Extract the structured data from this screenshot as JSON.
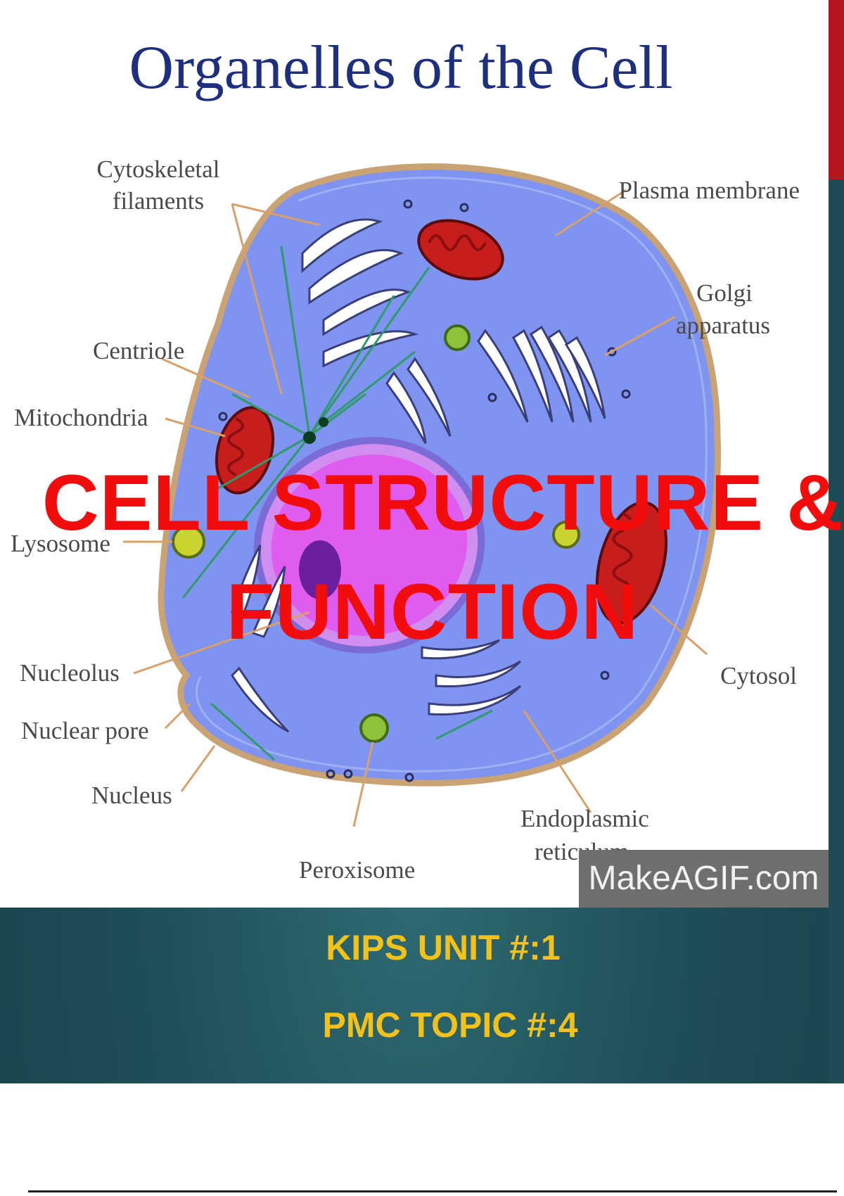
{
  "diagram": {
    "title": "Organelles of the Cell",
    "labels": {
      "cytoskeletal_1": "Cytoskeletal",
      "cytoskeletal_2": "filaments",
      "plasma_membrane": "Plasma membrane",
      "golgi_1": "Golgi",
      "golgi_2": "apparatus",
      "centriole": "Centriole",
      "mitochondria": "Mitochondria",
      "lysosome": "Lysosome",
      "cytosol": "Cytosol",
      "nucleolus": "Nucleolus",
      "nuclear_pore": "Nuclear pore",
      "nucleus": "Nucleus",
      "er_1": "Endoplasmic",
      "er_2": "reticulum",
      "peroxisome": "Peroxisome"
    },
    "watermark": "MakeAGIF.com"
  },
  "slide": {
    "headline_line1": "CELL STRUCTURE &",
    "headline_line2": "FUNCTION",
    "kips_unit": "KIPS UNIT #:1",
    "pmc_topic": "PMC TOPIC #:4"
  },
  "colors": {
    "headline": "#f20d0d",
    "subheading": "#f2c21b",
    "title": "#1f2f80",
    "accent_bar": "#b3161c",
    "cytoplasm": "#7f93f0",
    "nucleus": "#e05cf0"
  }
}
